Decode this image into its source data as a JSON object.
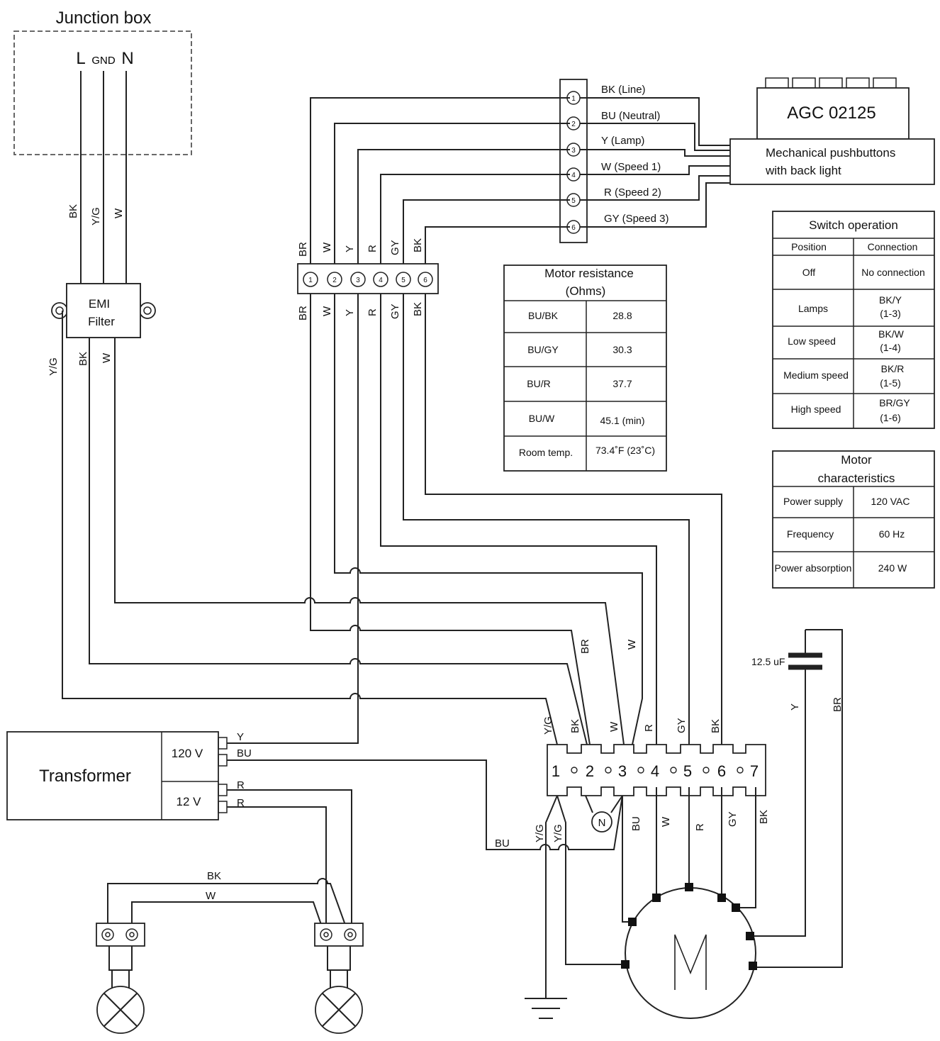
{
  "junction_box": {
    "title": "Junction box",
    "L": "L",
    "GND": "GND",
    "N": "N"
  },
  "junction_wires": [
    "BK",
    "Y/G",
    "W"
  ],
  "emi": {
    "line1": "EMI",
    "line2": "Filter",
    "out_wires": [
      "Y/G",
      "BK",
      "W"
    ]
  },
  "top_board": {
    "terminals": [
      "1",
      "2",
      "3",
      "4",
      "5",
      "6"
    ],
    "wire_labels": [
      "BK (Line)",
      "BU (Neutral)",
      "Y (Lamp)",
      "W (Speed 1)",
      "R (Speed 2)",
      "GY (Speed 3)"
    ]
  },
  "agc": {
    "model": "AGC 02125",
    "buttons_line1": "Mechanical pushbuttons",
    "buttons_line2": "with back light"
  },
  "strip6": {
    "terminals": [
      "1",
      "2",
      "3",
      "4",
      "5",
      "6"
    ],
    "top_labels": [
      "BR",
      "W",
      "Y",
      "R",
      "GY",
      "BK"
    ],
    "bottom_labels": [
      "BR",
      "W",
      "Y",
      "R",
      "GY",
      "BK"
    ]
  },
  "motor_resistance": {
    "title_line1": "Motor resistance",
    "title_line2": "(Ohms)",
    "rows": [
      [
        "BU/BK",
        "28.8"
      ],
      [
        "BU/GY",
        "30.3"
      ],
      [
        "BU/R",
        "37.7"
      ],
      [
        "BU/W",
        "45.1 (min)"
      ],
      [
        "Room temp.",
        "73.4˚F (23˚C)"
      ]
    ]
  },
  "switch_operation": {
    "title": "Switch operation",
    "headers": [
      "Position",
      "Connection"
    ],
    "rows": [
      [
        "Off",
        "No connection",
        ""
      ],
      [
        "Lamps",
        "BK/Y",
        "(1-3)"
      ],
      [
        "Low speed",
        "BK/W",
        "(1-4)"
      ],
      [
        "Medium speed",
        "BK/R",
        "(1-5)"
      ],
      [
        "High speed",
        "BR/GY",
        "(1-6)"
      ]
    ]
  },
  "motor_characteristics": {
    "title_line1": "Motor",
    "title_line2": "characteristics",
    "rows": [
      [
        "Power supply",
        "120 VAC"
      ],
      [
        "Frequency",
        "60 Hz"
      ],
      [
        "Power absorption",
        "240 W"
      ]
    ]
  },
  "crossing_labels": {
    "br": "BR",
    "w": "W"
  },
  "capacitor": {
    "value": "12.5 uF",
    "wire_y": "Y",
    "wire_br": "BR"
  },
  "strip7": {
    "terminals": [
      "1",
      "2",
      "3",
      "4",
      "5",
      "6",
      "7"
    ],
    "top_labels": [
      "Y/G",
      "BK",
      "W",
      "R",
      "GY",
      "BK"
    ],
    "bottom_labels": [
      "Y/G",
      "Y/G",
      "BU",
      "W",
      "R",
      "GY",
      "BK"
    ],
    "neutral": "N",
    "bu": "BU"
  },
  "transformer": {
    "name": "Transformer",
    "primary": "120 V",
    "secondary": "12 V",
    "primary_wires": [
      "Y",
      "BU"
    ],
    "secondary_wires": [
      "R",
      "R"
    ]
  },
  "lamp_wires": [
    "BK",
    "W"
  ],
  "motor": {
    "label": "M"
  }
}
